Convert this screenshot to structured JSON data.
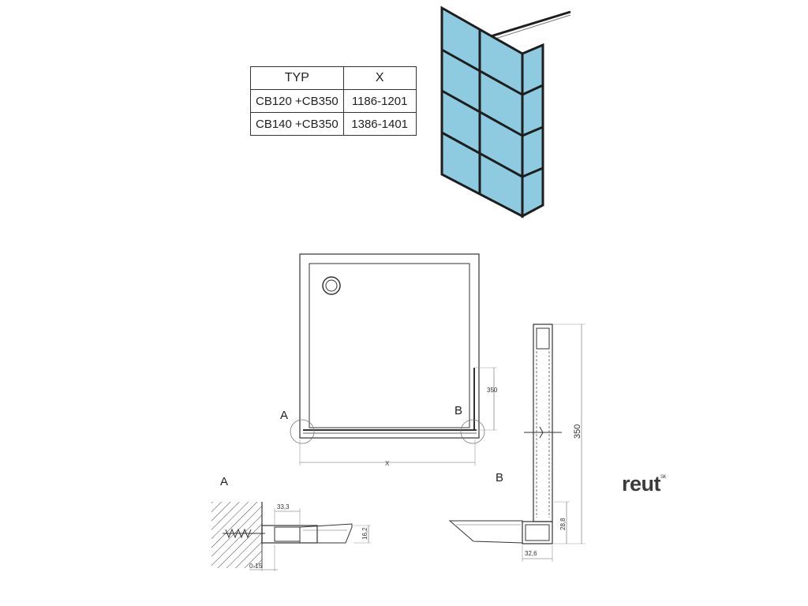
{
  "table": {
    "headers": [
      "TYP",
      "X"
    ],
    "rows": [
      {
        "typ": "CB120 +CB350",
        "x": "1186-1201"
      },
      {
        "typ": "CB140 +CB350",
        "x": "1386-1401"
      }
    ]
  },
  "plan": {
    "label_a": "A",
    "label_b": "B",
    "dim_x": "X",
    "dim_side": "350"
  },
  "detail_a": {
    "title": "A",
    "dim_width": "33,3",
    "dim_height": "16,2",
    "dim_adjust": "0-15"
  },
  "detail_b": {
    "title": "B",
    "dim_height": "350",
    "dim_profile_height": "28,8",
    "dim_profile_width": "32,6"
  },
  "brand": {
    "name": "reut",
    "suffix": "SK"
  },
  "colors": {
    "glass": "#8fcbe0",
    "frame": "#1e1e1e",
    "line": "#333333"
  }
}
